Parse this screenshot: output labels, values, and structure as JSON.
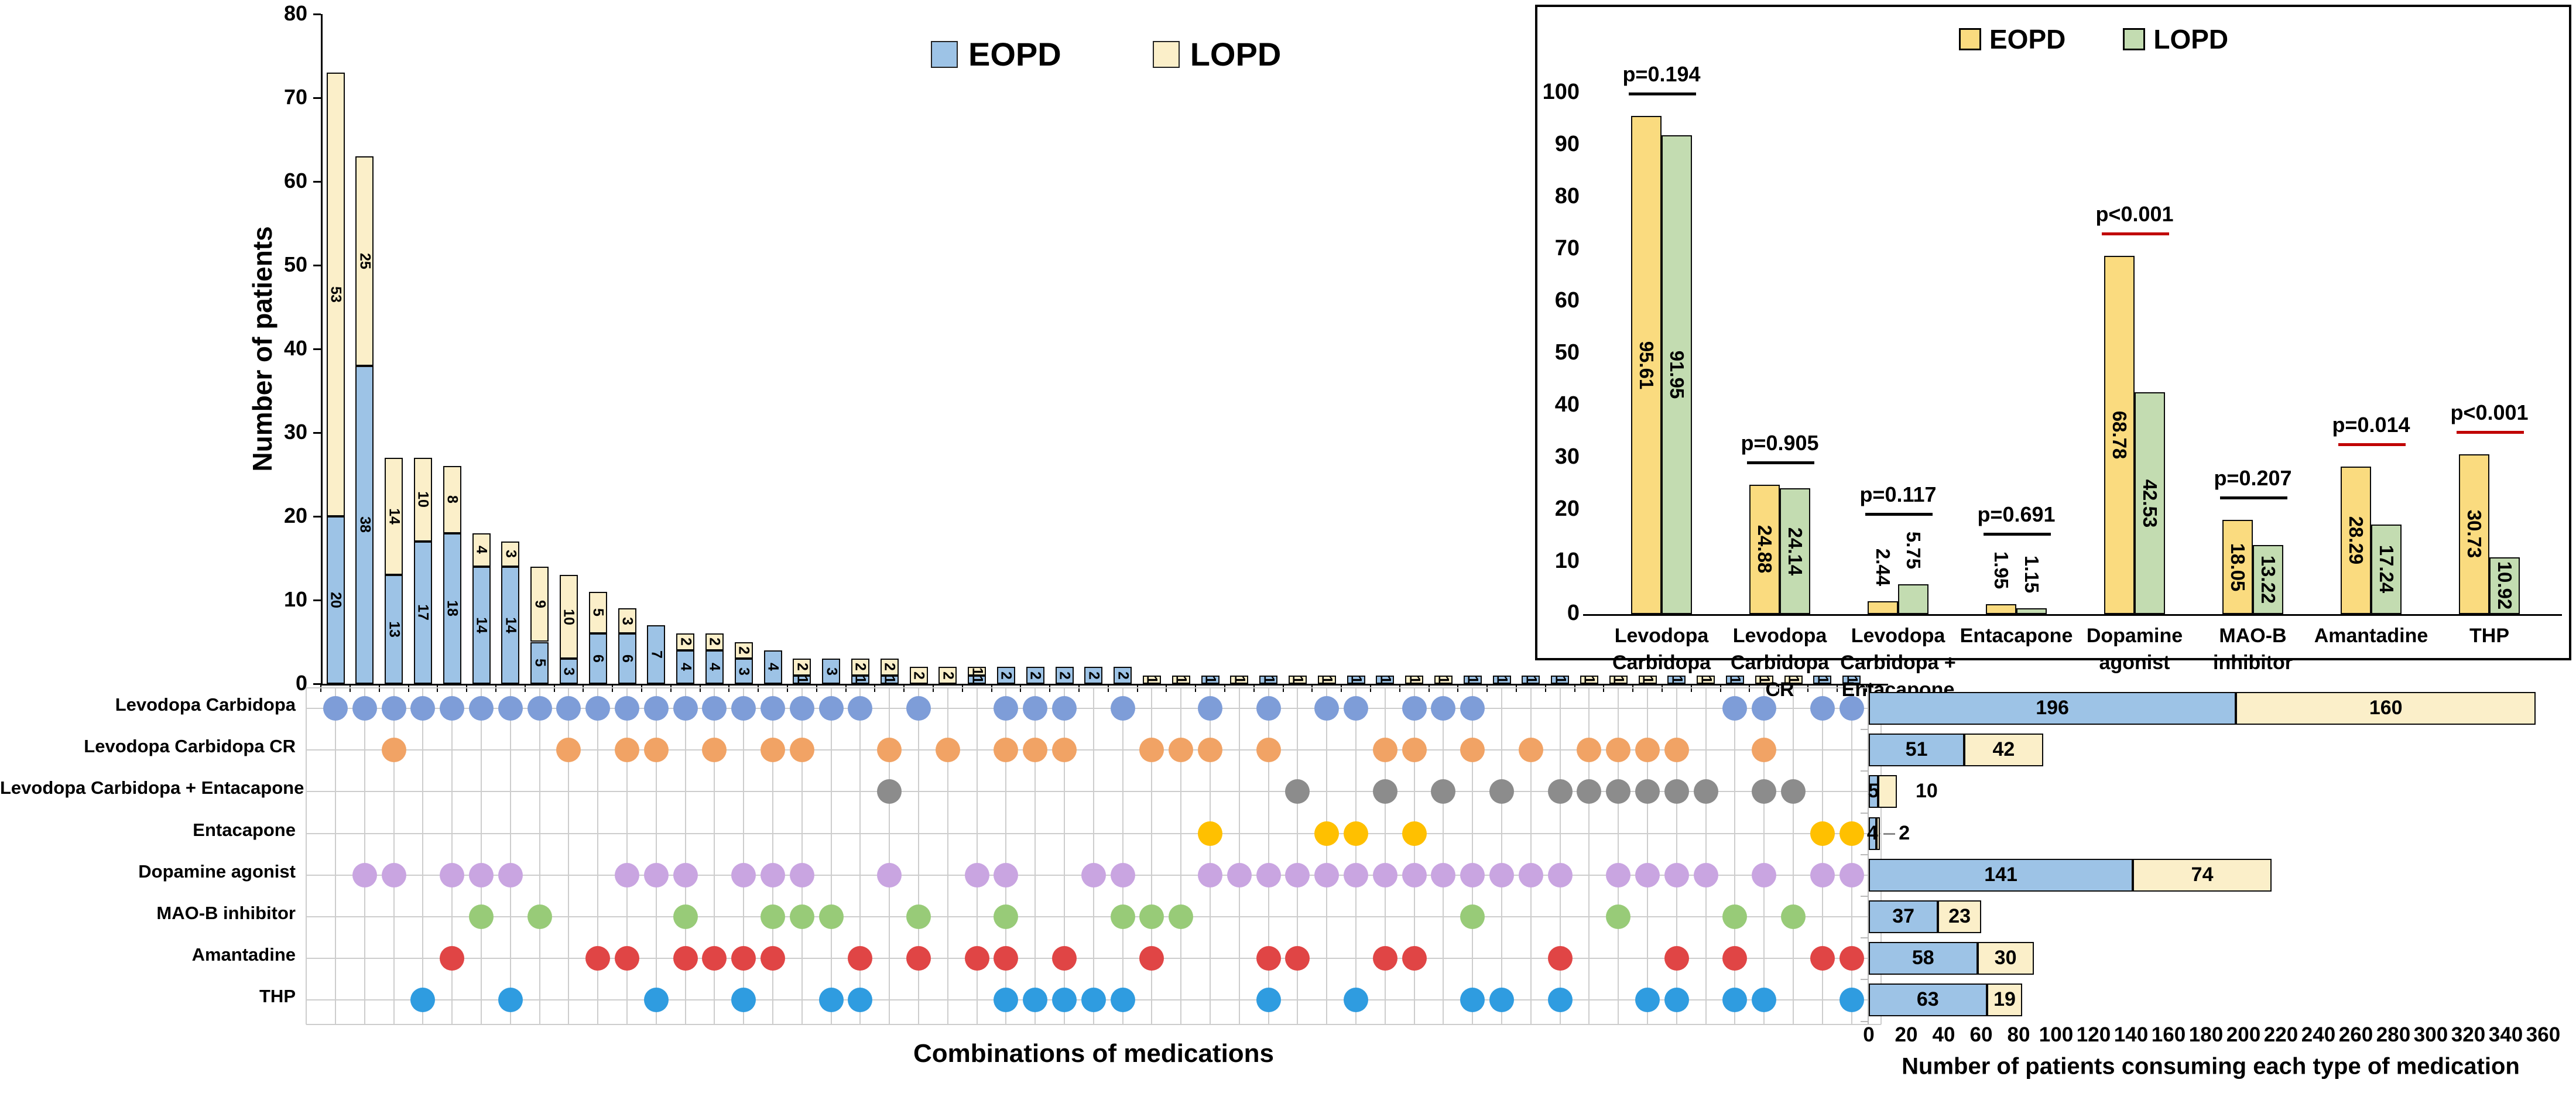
{
  "colors": {
    "eopd_bar": "#9DC3E6",
    "lopd_bar": "#FBEFC9",
    "bar_border": "#0a0a0a",
    "inset_eopd": "#FADB7F",
    "inset_lopd": "#C3DCB1",
    "significant_line": "#C00000",
    "nonsignificant_line": "#000000",
    "grid_line": "#cdcdcd",
    "axis_line": "#000000"
  },
  "chart_data": [
    {
      "type": "bar",
      "name": "upset-combination-counts",
      "stacked": true,
      "ylabel": "Number of patients",
      "xlabel": "Combinations of medications",
      "ylim": [
        0,
        80
      ],
      "yticks": [
        0,
        10,
        20,
        30,
        40,
        50,
        60,
        70,
        80
      ],
      "legend": [
        {
          "label": "EOPD",
          "color_key": "eopd_bar"
        },
        {
          "label": "LOPD",
          "color_key": "lopd_bar"
        }
      ],
      "set_rows": [
        {
          "label": "Levodopa Carbidopa",
          "dot_color": "#7E9DD8"
        },
        {
          "label": "Levodopa Carbidopa CR",
          "dot_color": "#F1A365"
        },
        {
          "label": "Levodopa Carbidopa + Entacapone",
          "dot_color": "#8C8C8C"
        },
        {
          "label": "Entacapone",
          "dot_color": "#FFC000"
        },
        {
          "label": "Dopamine agonist",
          "dot_color": "#C9A5E1"
        },
        {
          "label": "MAO-B inhibitor",
          "dot_color": "#98CB78"
        },
        {
          "label": "Amantadine",
          "dot_color": "#E04545"
        },
        {
          "label": "THP",
          "dot_color": "#2F9CE0"
        }
      ],
      "columns": [
        {
          "sets": [
            0
          ],
          "eopd": 20,
          "lopd": 53
        },
        {
          "sets": [
            0,
            4
          ],
          "eopd": 38,
          "lopd": 25
        },
        {
          "sets": [
            0,
            1,
            4
          ],
          "eopd": 13,
          "lopd": 14
        },
        {
          "sets": [
            0,
            7
          ],
          "eopd": 17,
          "lopd": 10
        },
        {
          "sets": [
            0,
            4,
            6
          ],
          "eopd": 18,
          "lopd": 8
        },
        {
          "sets": [
            0,
            4,
            5
          ],
          "eopd": 14,
          "lopd": 4
        },
        {
          "sets": [
            0,
            4,
            7
          ],
          "eopd": 14,
          "lopd": 3
        },
        {
          "sets": [
            0,
            5
          ],
          "eopd": 5,
          "lopd": 9
        },
        {
          "sets": [
            0,
            1
          ],
          "eopd": 3,
          "lopd": 10
        },
        {
          "sets": [
            0,
            6
          ],
          "eopd": 6,
          "lopd": 5
        },
        {
          "sets": [
            0,
            1,
            4,
            6
          ],
          "eopd": 6,
          "lopd": 3
        },
        {
          "sets": [
            0,
            1,
            4,
            7
          ],
          "eopd": 7,
          "lopd": 0
        },
        {
          "sets": [
            0,
            4,
            5,
            6
          ],
          "eopd": 4,
          "lopd": 2
        },
        {
          "sets": [
            0,
            1,
            6
          ],
          "eopd": 4,
          "lopd": 2
        },
        {
          "sets": [
            0,
            4,
            6,
            7
          ],
          "eopd": 3,
          "lopd": 2
        },
        {
          "sets": [
            0,
            1,
            4,
            5,
            6
          ],
          "eopd": 4,
          "lopd": 0
        },
        {
          "sets": [
            0,
            1,
            4,
            5
          ],
          "eopd": 1,
          "lopd": 2
        },
        {
          "sets": [
            0,
            5,
            7
          ],
          "eopd": 3,
          "lopd": 0
        },
        {
          "sets": [
            0,
            6,
            7
          ],
          "eopd": 1,
          "lopd": 2
        },
        {
          "sets": [
            1,
            2,
            4
          ],
          "eopd": 1,
          "lopd": 2
        },
        {
          "sets": [
            0,
            5,
            6
          ],
          "eopd": 0,
          "lopd": 2
        },
        {
          "sets": [
            1
          ],
          "eopd": 0,
          "lopd": 2
        },
        {
          "sets": [
            4,
            6
          ],
          "eopd": 1,
          "lopd": 1
        },
        {
          "sets": [
            0,
            1,
            4,
            5,
            6,
            7
          ],
          "eopd": 2,
          "lopd": 0
        },
        {
          "sets": [
            0,
            1,
            7
          ],
          "eopd": 2,
          "lopd": 0
        },
        {
          "sets": [
            0,
            1,
            6,
            7
          ],
          "eopd": 2,
          "lopd": 0
        },
        {
          "sets": [
            4,
            7
          ],
          "eopd": 2,
          "lopd": 0
        },
        {
          "sets": [
            0,
            4,
            5,
            7
          ],
          "eopd": 2,
          "lopd": 0
        },
        {
          "sets": [
            1,
            5,
            6
          ],
          "eopd": 0,
          "lopd": 1
        },
        {
          "sets": [
            1,
            5
          ],
          "eopd": 0,
          "lopd": 1
        },
        {
          "sets": [
            0,
            1,
            3,
            4
          ],
          "eopd": 1,
          "lopd": 0
        },
        {
          "sets": [
            4
          ],
          "eopd": 0,
          "lopd": 1
        },
        {
          "sets": [
            0,
            1,
            4,
            6,
            7
          ],
          "eopd": 1,
          "lopd": 0
        },
        {
          "sets": [
            2,
            4,
            6
          ],
          "eopd": 0,
          "lopd": 1
        },
        {
          "sets": [
            0,
            3,
            4
          ],
          "eopd": 0,
          "lopd": 1
        },
        {
          "sets": [
            0,
            3,
            4,
            7
          ],
          "eopd": 1,
          "lopd": 0
        },
        {
          "sets": [
            1,
            2,
            4,
            6
          ],
          "eopd": 1,
          "lopd": 0
        },
        {
          "sets": [
            0,
            1,
            3,
            4,
            6
          ],
          "eopd": 0,
          "lopd": 1
        },
        {
          "sets": [
            0,
            2,
            4
          ],
          "eopd": 0,
          "lopd": 1
        },
        {
          "sets": [
            0,
            1,
            4,
            5,
            7
          ],
          "eopd": 1,
          "lopd": 0
        },
        {
          "sets": [
            2,
            4,
            7
          ],
          "eopd": 1,
          "lopd": 0
        },
        {
          "sets": [
            1,
            4
          ],
          "eopd": 1,
          "lopd": 0
        },
        {
          "sets": [
            2,
            4,
            6,
            7
          ],
          "eopd": 1,
          "lopd": 0
        },
        {
          "sets": [
            1,
            2
          ],
          "eopd": 0,
          "lopd": 1
        },
        {
          "sets": [
            1,
            2,
            4,
            5
          ],
          "eopd": 0,
          "lopd": 1
        },
        {
          "sets": [
            1,
            2,
            4,
            7
          ],
          "eopd": 0,
          "lopd": 1
        },
        {
          "sets": [
            1,
            2,
            4,
            6,
            7
          ],
          "eopd": 1,
          "lopd": 0
        },
        {
          "sets": [
            2,
            4
          ],
          "eopd": 0,
          "lopd": 1
        },
        {
          "sets": [
            0,
            5,
            6,
            7
          ],
          "eopd": 1,
          "lopd": 0
        },
        {
          "sets": [
            0,
            1,
            2,
            4,
            7
          ],
          "eopd": 0,
          "lopd": 1
        },
        {
          "sets": [
            2,
            5
          ],
          "eopd": 0,
          "lopd": 1
        },
        {
          "sets": [
            0,
            3,
            4,
            6
          ],
          "eopd": 1,
          "lopd": 0
        },
        {
          "sets": [
            0,
            3,
            4,
            6,
            7
          ],
          "eopd": 1,
          "lopd": 0
        }
      ]
    },
    {
      "type": "bar",
      "name": "inset-percentage-by-onset",
      "stacked": false,
      "ylim": [
        0,
        100
      ],
      "yticks": [
        0,
        10,
        20,
        30,
        40,
        50,
        60,
        70,
        80,
        90,
        100
      ],
      "legend": [
        {
          "label": "EOPD",
          "color_key": "inset_eopd"
        },
        {
          "label": "LOPD",
          "color_key": "inset_lopd"
        }
      ],
      "categories": [
        [
          "Levodopa",
          "Carbidopa"
        ],
        [
          "Levodopa",
          "Carbidopa",
          "CR"
        ],
        [
          "Levodopa",
          "Carbidopa +",
          "Entacapone"
        ],
        [
          "Entacapone"
        ],
        [
          "Dopamine",
          "agonist"
        ],
        [
          "MAO-B",
          "inhibitor"
        ],
        [
          "Amantadine"
        ],
        [
          "THP"
        ]
      ],
      "series": [
        {
          "name": "EOPD",
          "values": [
            95.61,
            24.88,
            2.44,
            1.95,
            68.78,
            18.05,
            28.29,
            30.73
          ]
        },
        {
          "name": "LOPD",
          "values": [
            91.95,
            24.14,
            5.75,
            1.15,
            42.53,
            13.22,
            17.24,
            10.92
          ]
        }
      ],
      "value_labels": [
        [
          "95.61",
          "91.95"
        ],
        [
          "24.88",
          "24.14"
        ],
        [
          "2.44",
          "5.75"
        ],
        [
          "1.95",
          "1.15"
        ],
        [
          "68.78",
          "42.53"
        ],
        [
          "18.05",
          "13.22"
        ],
        [
          "28.29",
          "17.24"
        ],
        [
          "30.73",
          "10.92"
        ]
      ],
      "p_values": [
        "p=0.194",
        "p=0.905",
        "p=0.117",
        "p=0.691",
        "p<0.001",
        "p=0.207",
        "p=0.014",
        "p<0.001"
      ],
      "significant": [
        false,
        false,
        false,
        false,
        true,
        false,
        true,
        true
      ]
    },
    {
      "type": "bar",
      "name": "patients-per-medication",
      "orientation": "horizontal",
      "stacked": true,
      "xlabel": "Number of patients consuming each type of medication",
      "xlim": [
        0,
        360
      ],
      "xticks": [
        0,
        20,
        40,
        60,
        80,
        100,
        120,
        140,
        160,
        180,
        200,
        220,
        240,
        260,
        280,
        300,
        320,
        340,
        360
      ],
      "categories": [
        "Levodopa Carbidopa",
        "Levodopa Carbidopa CR",
        "Levodopa Carbidopa + Entacapone",
        "Entacapone",
        "Dopamine agonist",
        "MAO-B inhibitor",
        "Amantadine",
        "THP"
      ],
      "series": [
        {
          "name": "EOPD",
          "values": [
            196,
            51,
            5,
            4,
            141,
            37,
            58,
            63
          ]
        },
        {
          "name": "LOPD",
          "values": [
            160,
            42,
            10,
            2,
            74,
            23,
            30,
            19
          ]
        }
      ]
    }
  ]
}
